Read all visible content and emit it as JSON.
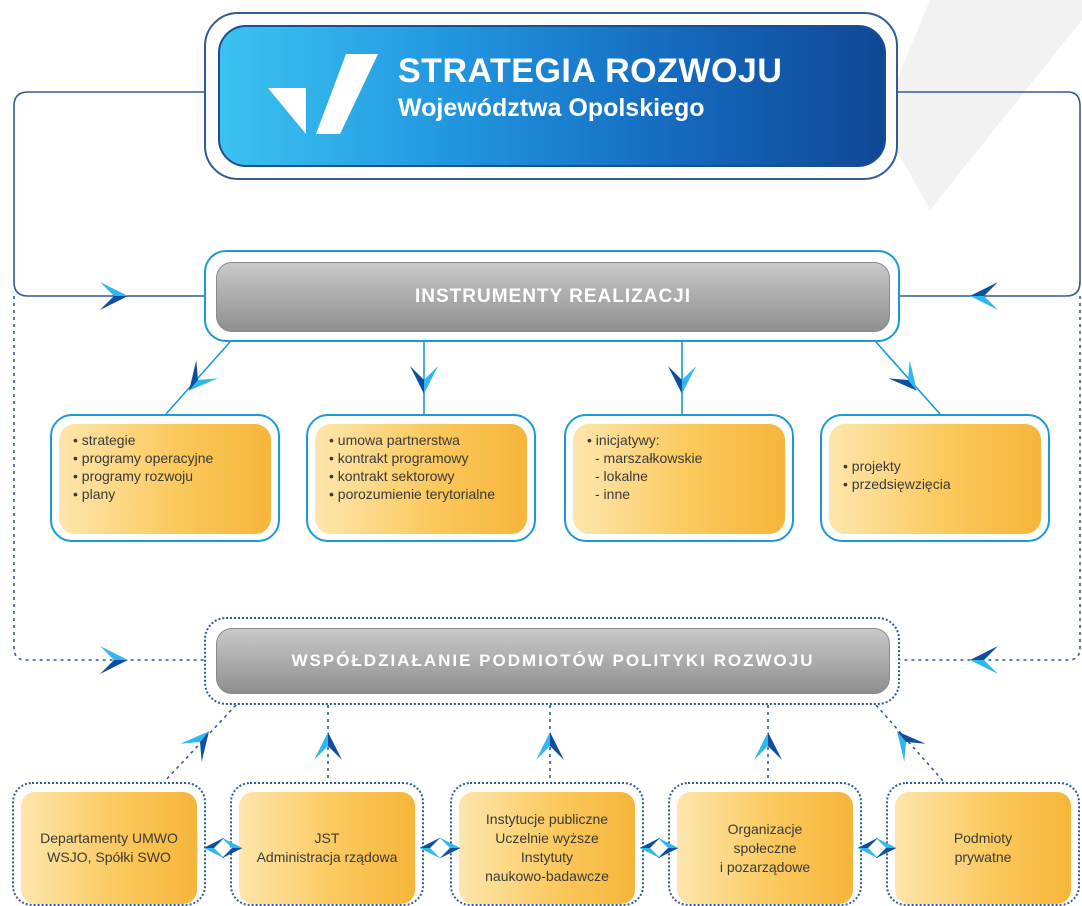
{
  "header": {
    "title": "STRATEGIA ROZWOJU",
    "subtitle": "Województwa Opolskiego",
    "logo_icon": "checkmark-logo-icon"
  },
  "instruments": {
    "title": "INSTRUMENTY REALIZACJI",
    "boxes": [
      {
        "lines": [
          "• strategie",
          "• programy operacyjne",
          "• programy rozwoju",
          "• plany"
        ]
      },
      {
        "lines": [
          "• umowa partnerstwa",
          "• kontrakt programowy",
          "• kontrakt sektorowy",
          "• porozumienie terytorialne"
        ]
      },
      {
        "lines": [
          "• inicjatywy:",
          "  - marszałkowskie",
          "  - lokalne",
          "  - inne"
        ]
      },
      {
        "lines": [
          "• projekty",
          "• przedsięwzięcia"
        ]
      }
    ]
  },
  "cooperation": {
    "title": "WSPÓŁDZIAŁANIE  PODMIOTÓW  POLITYKI ROZWOJU",
    "actors": [
      {
        "lines": [
          "Departamenty UMWO",
          "WSJO, Spółki SWO"
        ]
      },
      {
        "lines": [
          "JST",
          "Administracja rządowa"
        ]
      },
      {
        "lines": [
          "Instytucje publiczne",
          "Uczelnie wyższe",
          "Instytuty",
          "naukowo-badawcze"
        ]
      },
      {
        "lines": [
          "Organizacje",
          "społeczne",
          "i pozarządowe"
        ]
      },
      {
        "lines": [
          "Podmioty",
          "prywatne"
        ]
      }
    ]
  },
  "colors": {
    "header_dark": "#0f4794",
    "header_light": "#3cc3f1",
    "frame_blue": "#1a9ad6",
    "dotted_blue": "#2f5c98",
    "grey_bar": "#a9a9a9",
    "box_orange": "#fbc95d",
    "arrow_dark": "#0d4f9e",
    "arrow_light": "#2fb7ee"
  }
}
